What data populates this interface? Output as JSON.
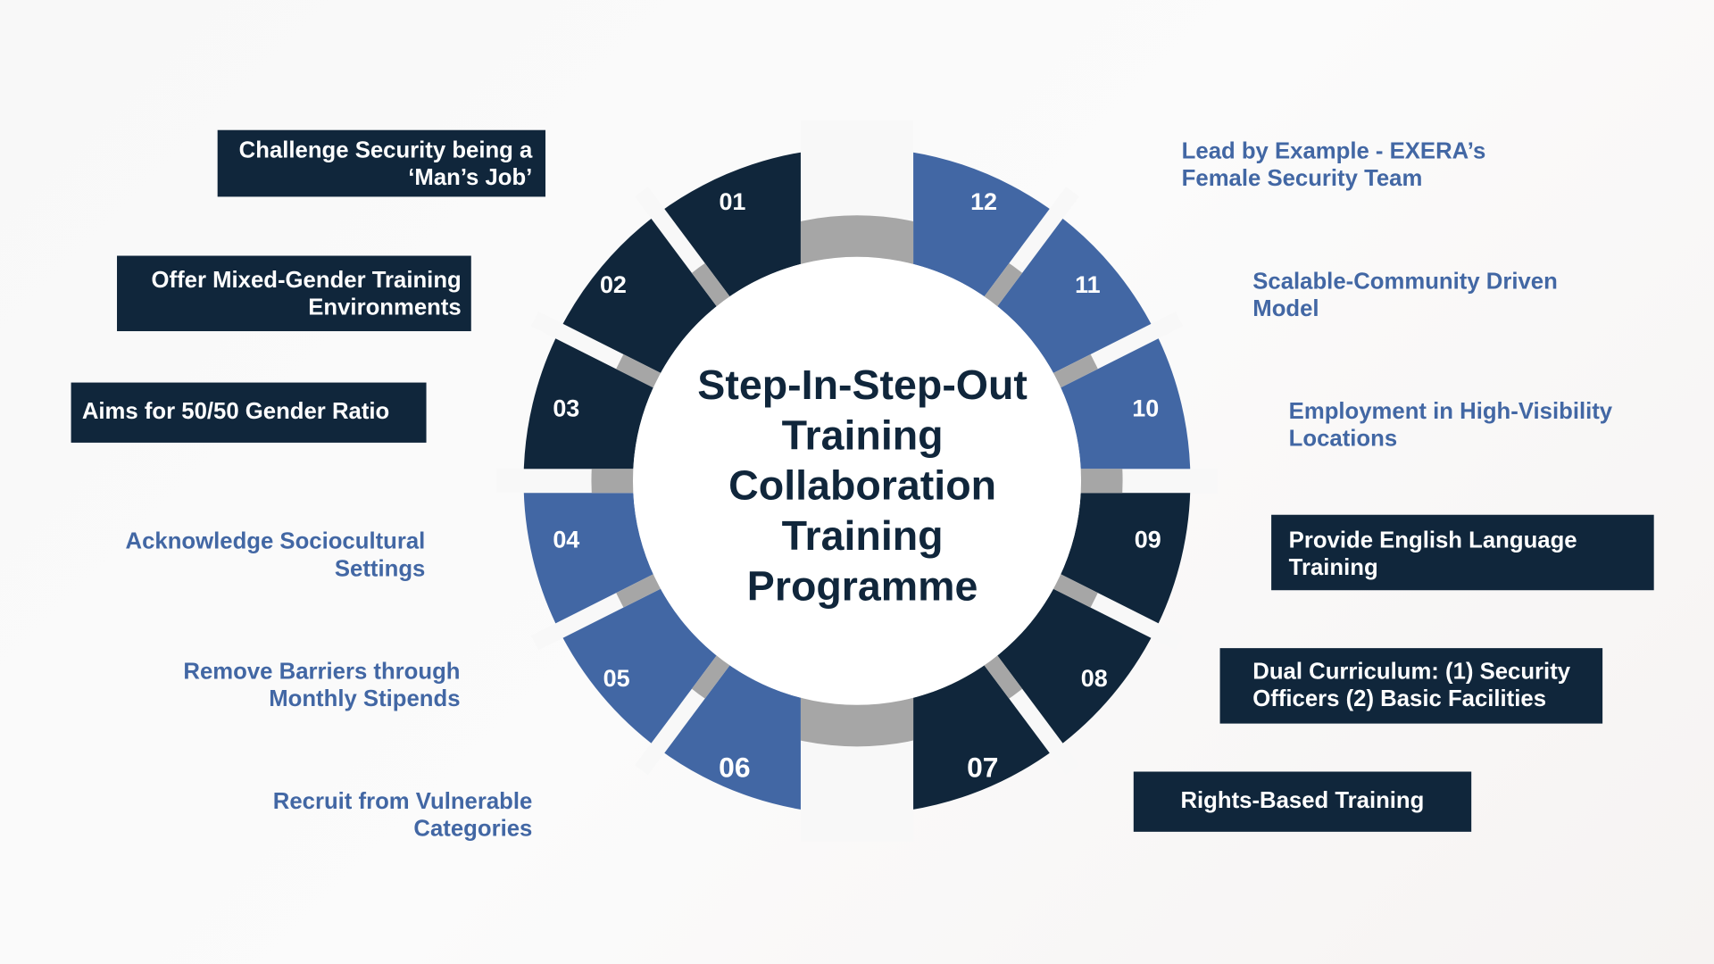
{
  "title": [
    "Step-In-Step-Out",
    "Training",
    "Collaboration",
    "Training",
    "Programme"
  ],
  "colors": {
    "navy": "#10263b",
    "blue": "#4267a4",
    "gray": "#a6a6a6",
    "gap": "#f8f8f8"
  },
  "segments": [
    {
      "num": "01",
      "color": "navy"
    },
    {
      "num": "02",
      "color": "navy"
    },
    {
      "num": "03",
      "color": "navy"
    },
    {
      "num": "04",
      "color": "blue"
    },
    {
      "num": "05",
      "color": "blue"
    },
    {
      "num": "06",
      "color": "blue"
    },
    {
      "num": "07",
      "color": "navy"
    },
    {
      "num": "08",
      "color": "navy"
    },
    {
      "num": "09",
      "color": "navy"
    },
    {
      "num": "10",
      "color": "blue"
    },
    {
      "num": "11",
      "color": "blue"
    },
    {
      "num": "12",
      "color": "blue"
    }
  ],
  "items": {
    "01": [
      "Challenge Security being a",
      "‘Man’s Job’"
    ],
    "02": [
      "Offer Mixed-Gender Training",
      "Environments"
    ],
    "03": [
      "Aims for 50/50 Gender Ratio"
    ],
    "04": [
      "Acknowledge Sociocultural",
      "Settings"
    ],
    "05": [
      "Remove Barriers through",
      "Monthly Stipends"
    ],
    "06": [
      "Recruit from Vulnerable",
      "Categories"
    ],
    "07": [
      "Rights-Based Training"
    ],
    "08": [
      "Dual Curriculum: (1) Security",
      "Officers (2) Basic Facilities"
    ],
    "09": [
      "Provide English Language",
      "Training"
    ],
    "10": [
      "Employment in High-Visibility",
      "Locations"
    ],
    "11": [
      "Scalable-Community Driven",
      "Model"
    ],
    "12": [
      "Lead by Example - EXERA’s",
      "Female Security Team"
    ]
  }
}
